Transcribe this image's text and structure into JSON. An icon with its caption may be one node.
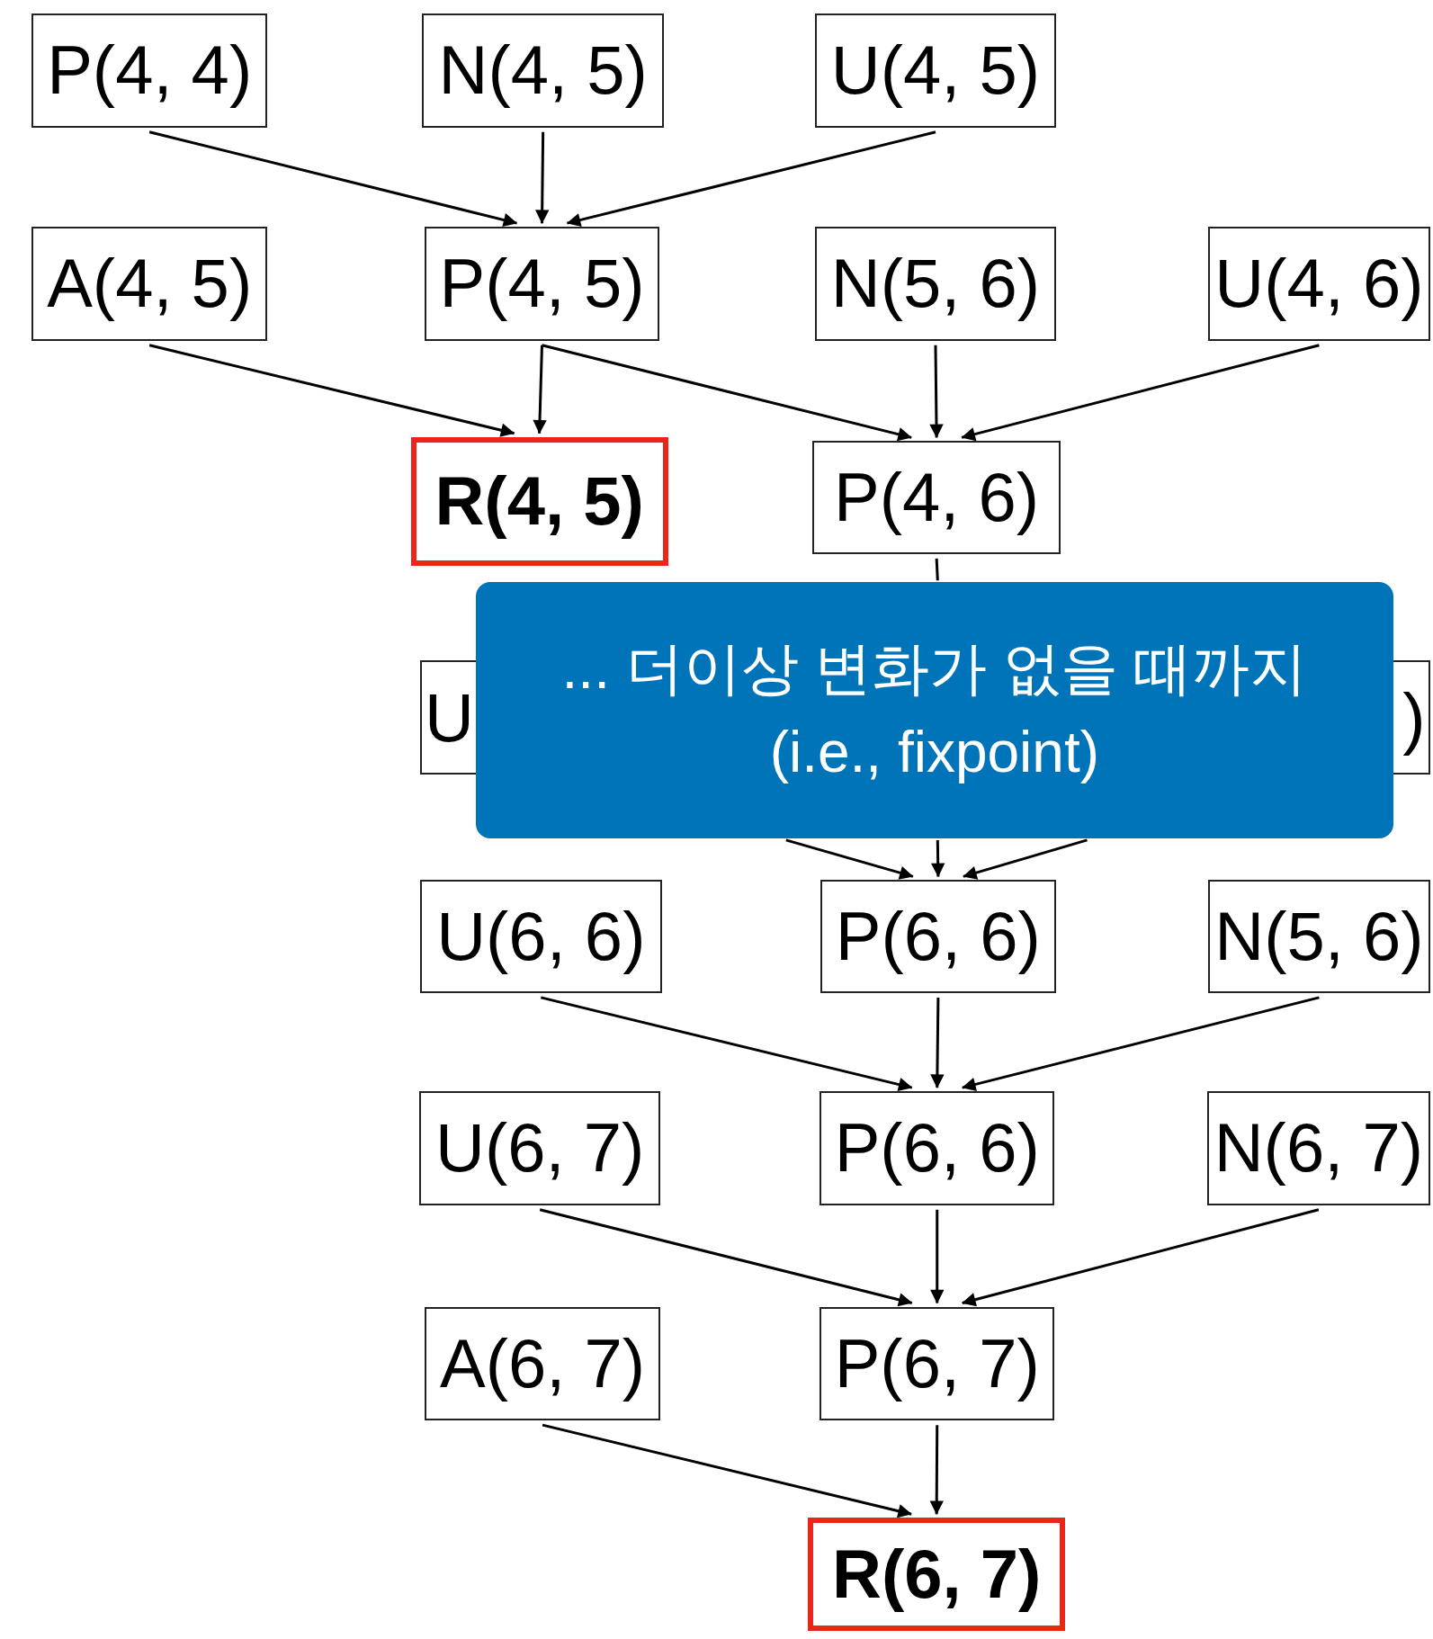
{
  "diagram": {
    "nodes": [
      {
        "text": [
          "P(4, 4)"
        ]
      },
      {
        "text": [
          "N(4, 5)"
        ]
      },
      {
        "text": [
          "U(4, 5)"
        ]
      },
      {
        "text": [
          "A(4, 5)"
        ]
      },
      {
        "text": [
          "P(4, 5)"
        ]
      },
      {
        "text": [
          "N(5, 6)"
        ]
      },
      {
        "text": [
          "U(4, 6)"
        ]
      },
      {
        "text": [
          "R(4, 5)"
        ]
      },
      {
        "text": [
          "P(4, 6)"
        ]
      },
      {
        "text": [
          "... 더이상 변화가 없을 때까지 (i.e., fixpoint)"
        ]
      },
      {
        "text": [
          "U"
        ]
      },
      {
        "text": [
          ")"
        ]
      },
      {
        "text": [
          "U(6, 6)"
        ]
      },
      {
        "text": [
          "P(6, 6)"
        ]
      },
      {
        "text": [
          "N(5, 6)"
        ]
      },
      {
        "text": [
          "U(6, 7)"
        ]
      },
      {
        "text": [
          "P(6, 6)"
        ]
      },
      {
        "text": [
          "N(6, 7)"
        ]
      },
      {
        "text": [
          "A(6, 7)"
        ]
      },
      {
        "text": [
          "P(6, 7)"
        ]
      },
      {
        "text": [
          "R(6, 7)"
        ]
      }
    ],
    "edges": [
      {
        "from": 0,
        "to": 4,
        "arrow": "to"
      },
      {
        "from": 1,
        "to": 4,
        "arrow": "to"
      },
      {
        "from": 2,
        "to": 4,
        "arrow": "to"
      },
      {
        "from": 3,
        "to": 7,
        "arrow": "to"
      },
      {
        "from": 4,
        "to": 7,
        "arrow": "to"
      },
      {
        "from": 4,
        "to": 8,
        "arrow": "to"
      },
      {
        "from": 5,
        "to": 8,
        "arrow": "to"
      },
      {
        "from": 6,
        "to": 8,
        "arrow": "to"
      },
      {
        "from": 8,
        "to": 9,
        "arrow": "none"
      },
      {
        "from": 9,
        "to": 13,
        "arrow": "to"
      },
      {
        "from": 9,
        "to": 13,
        "arrow": "to"
      },
      {
        "from": 9,
        "to": 13,
        "arrow": "to"
      },
      {
        "from": 12,
        "to": 16,
        "arrow": "to"
      },
      {
        "from": 13,
        "to": 16,
        "arrow": "to"
      },
      {
        "from": 14,
        "to": 16,
        "arrow": "to"
      },
      {
        "from": 15,
        "to": 19,
        "arrow": "to"
      },
      {
        "from": 16,
        "to": 19,
        "arrow": "to"
      },
      {
        "from": 17,
        "to": 19,
        "arrow": "to"
      },
      {
        "from": 18,
        "to": 20,
        "arrow": "to"
      },
      {
        "from": 19,
        "to": 20,
        "arrow": "to"
      }
    ]
  }
}
